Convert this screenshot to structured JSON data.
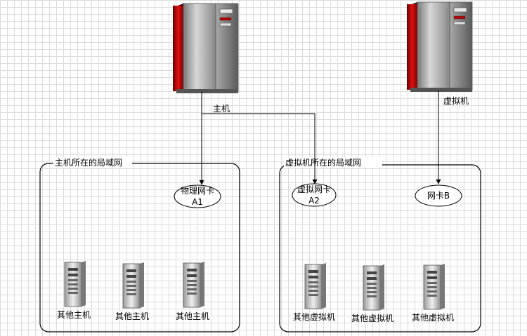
{
  "nodes": {
    "host_server": {
      "label": "主机"
    },
    "vm_server": {
      "label": "虚拟机"
    },
    "host_lan": {
      "title": "主机所在的局域网",
      "nic": {
        "line1": "物理网卡",
        "line2": "A1"
      },
      "machines": [
        "其他主机",
        "其他主机",
        "其他主机"
      ]
    },
    "vm_lan": {
      "title": "虚拟机所在的局域网",
      "nic_a2": {
        "line1": "虚拟网卡",
        "line2": "A2"
      },
      "nic_b": {
        "line1": "网卡B"
      },
      "machines": [
        "其他虚拟机",
        "其他虚拟机",
        "其他虚拟机"
      ]
    }
  },
  "colors": {
    "server_red": "#c00000",
    "server_gray": "#9a9a9a",
    "connector": "#000000",
    "frame": "#000000"
  }
}
